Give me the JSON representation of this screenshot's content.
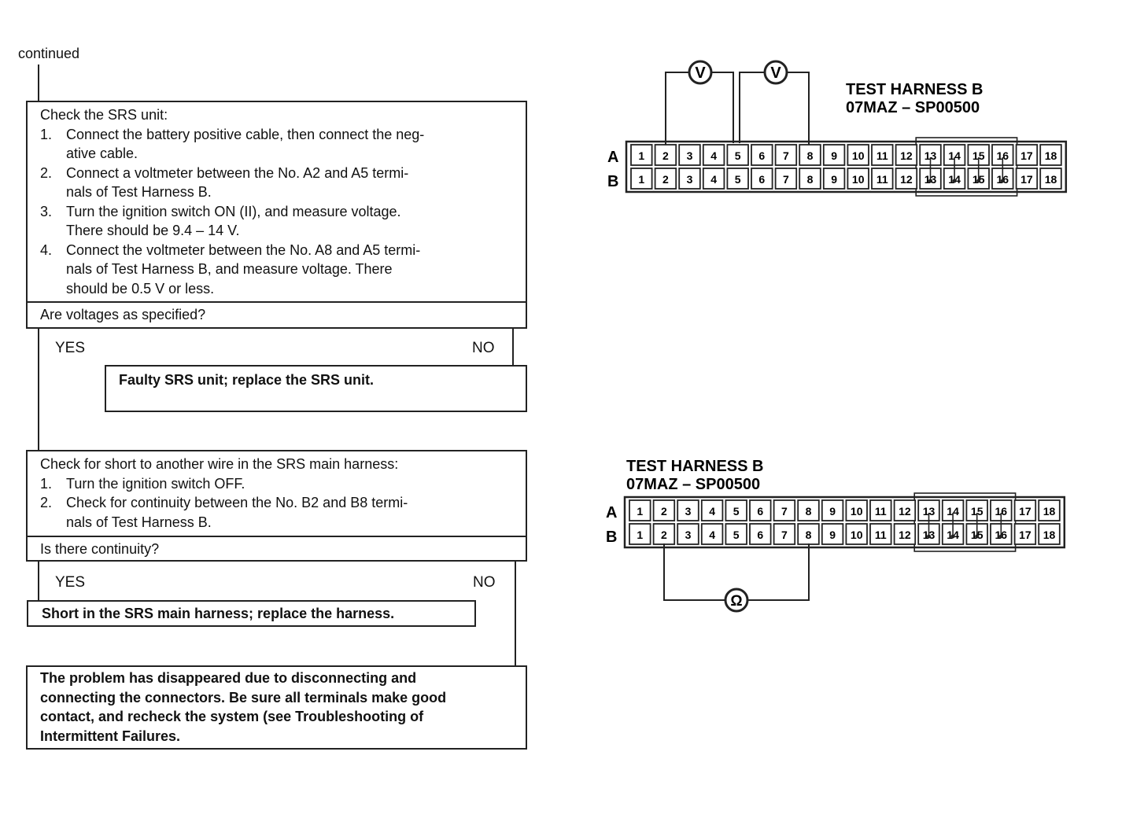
{
  "continued_label": "continued",
  "step1": {
    "heading": "Check the SRS unit:",
    "items": [
      {
        "num": "1.",
        "lines": [
          "Connect the battery positive cable, then connect the neg-",
          "ative cable."
        ]
      },
      {
        "num": "2.",
        "lines": [
          "Connect a voltmeter between the No. A2 and A5 termi-",
          "nals of Test Harness B."
        ]
      },
      {
        "num": "3.",
        "lines": [
          "Turn the ignition switch ON (II), and measure voltage.",
          "There should be 9.4 – 14 V."
        ]
      },
      {
        "num": "4.",
        "lines": [
          "Connect the voltmeter between the No. A8 and A5 termi-",
          "nals of Test Harness B, and measure voltage. There",
          "should be 0.5 V or less."
        ]
      }
    ],
    "question": "Are voltages as specified?",
    "yes": "YES",
    "no": "NO",
    "result": "Faulty SRS unit; replace the SRS unit."
  },
  "step2": {
    "heading": "Check for short to another wire in the SRS main harness:",
    "items": [
      {
        "num": "1.",
        "lines": [
          "Turn the ignition switch OFF."
        ]
      },
      {
        "num": "2.",
        "lines": [
          "Check for continuity between the No. B2 and B8 termi-",
          "nals of Test Harness B."
        ]
      }
    ],
    "question": "Is there continuity?",
    "yes": "YES",
    "no": "NO",
    "result": "Short in the SRS main harness; replace the harness."
  },
  "final": {
    "lines": [
      "The problem has disappeared due to disconnecting and",
      "connecting the connectors. Be sure all terminals make good",
      "contact, and recheck the system (see Troubleshooting of",
      "Intermittent Failures."
    ]
  },
  "diagram1": {
    "title_line1": "TEST HARNESS B",
    "title_line2": "07MAZ – SP00500",
    "meter_symbol": "V",
    "row_a_label": "A",
    "row_b_label": "B",
    "terminals": [
      "1",
      "2",
      "3",
      "4",
      "5",
      "6",
      "7",
      "8",
      "9",
      "10",
      "11",
      "12",
      "13",
      "14",
      "15",
      "16",
      "17",
      "18"
    ]
  },
  "diagram2": {
    "title_line1": "TEST HARNESS B",
    "title_line2": "07MAZ – SP00500",
    "meter_symbol": "Ω",
    "row_a_label": "A",
    "row_b_label": "B",
    "terminals": [
      "1",
      "2",
      "3",
      "4",
      "5",
      "6",
      "7",
      "8",
      "9",
      "10",
      "11",
      "12",
      "13",
      "14",
      "15",
      "16",
      "17",
      "18"
    ]
  }
}
